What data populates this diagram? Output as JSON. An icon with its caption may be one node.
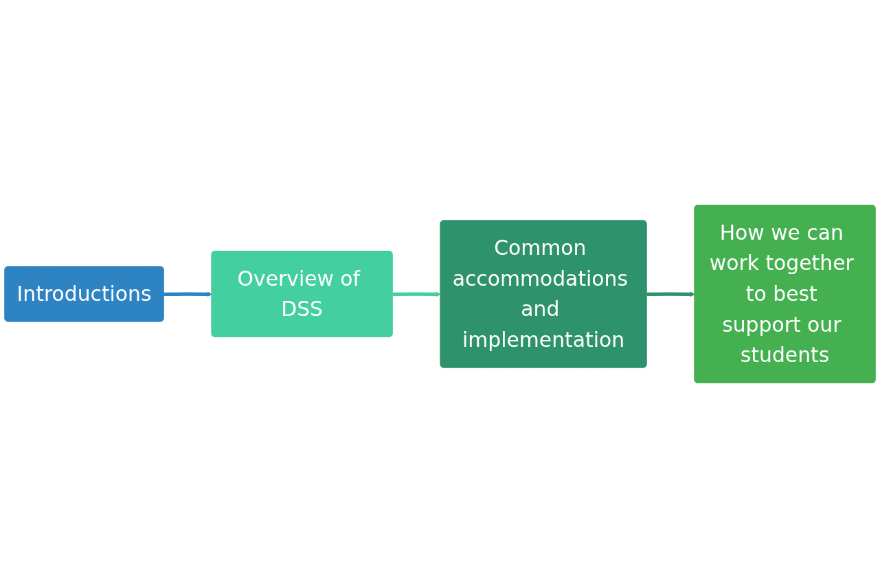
{
  "diagram": {
    "nodes": [
      {
        "text": [
          "Introductions"
        ]
      },
      {
        "text": [
          "Overview of DSS"
        ]
      },
      {
        "text": [
          "Common accommodations and implementation"
        ]
      },
      {
        "text": [
          "How we can work together to best support our students"
        ]
      }
    ],
    "edges": [
      {
        "from": 0,
        "to": 1,
        "arrow": "to",
        "color": "#2e83c3"
      },
      {
        "from": 1,
        "to": 2,
        "arrow": "to",
        "color": "#43cfa0"
      },
      {
        "from": 2,
        "to": 3,
        "arrow": "to",
        "color": "#2e936c"
      }
    ]
  }
}
